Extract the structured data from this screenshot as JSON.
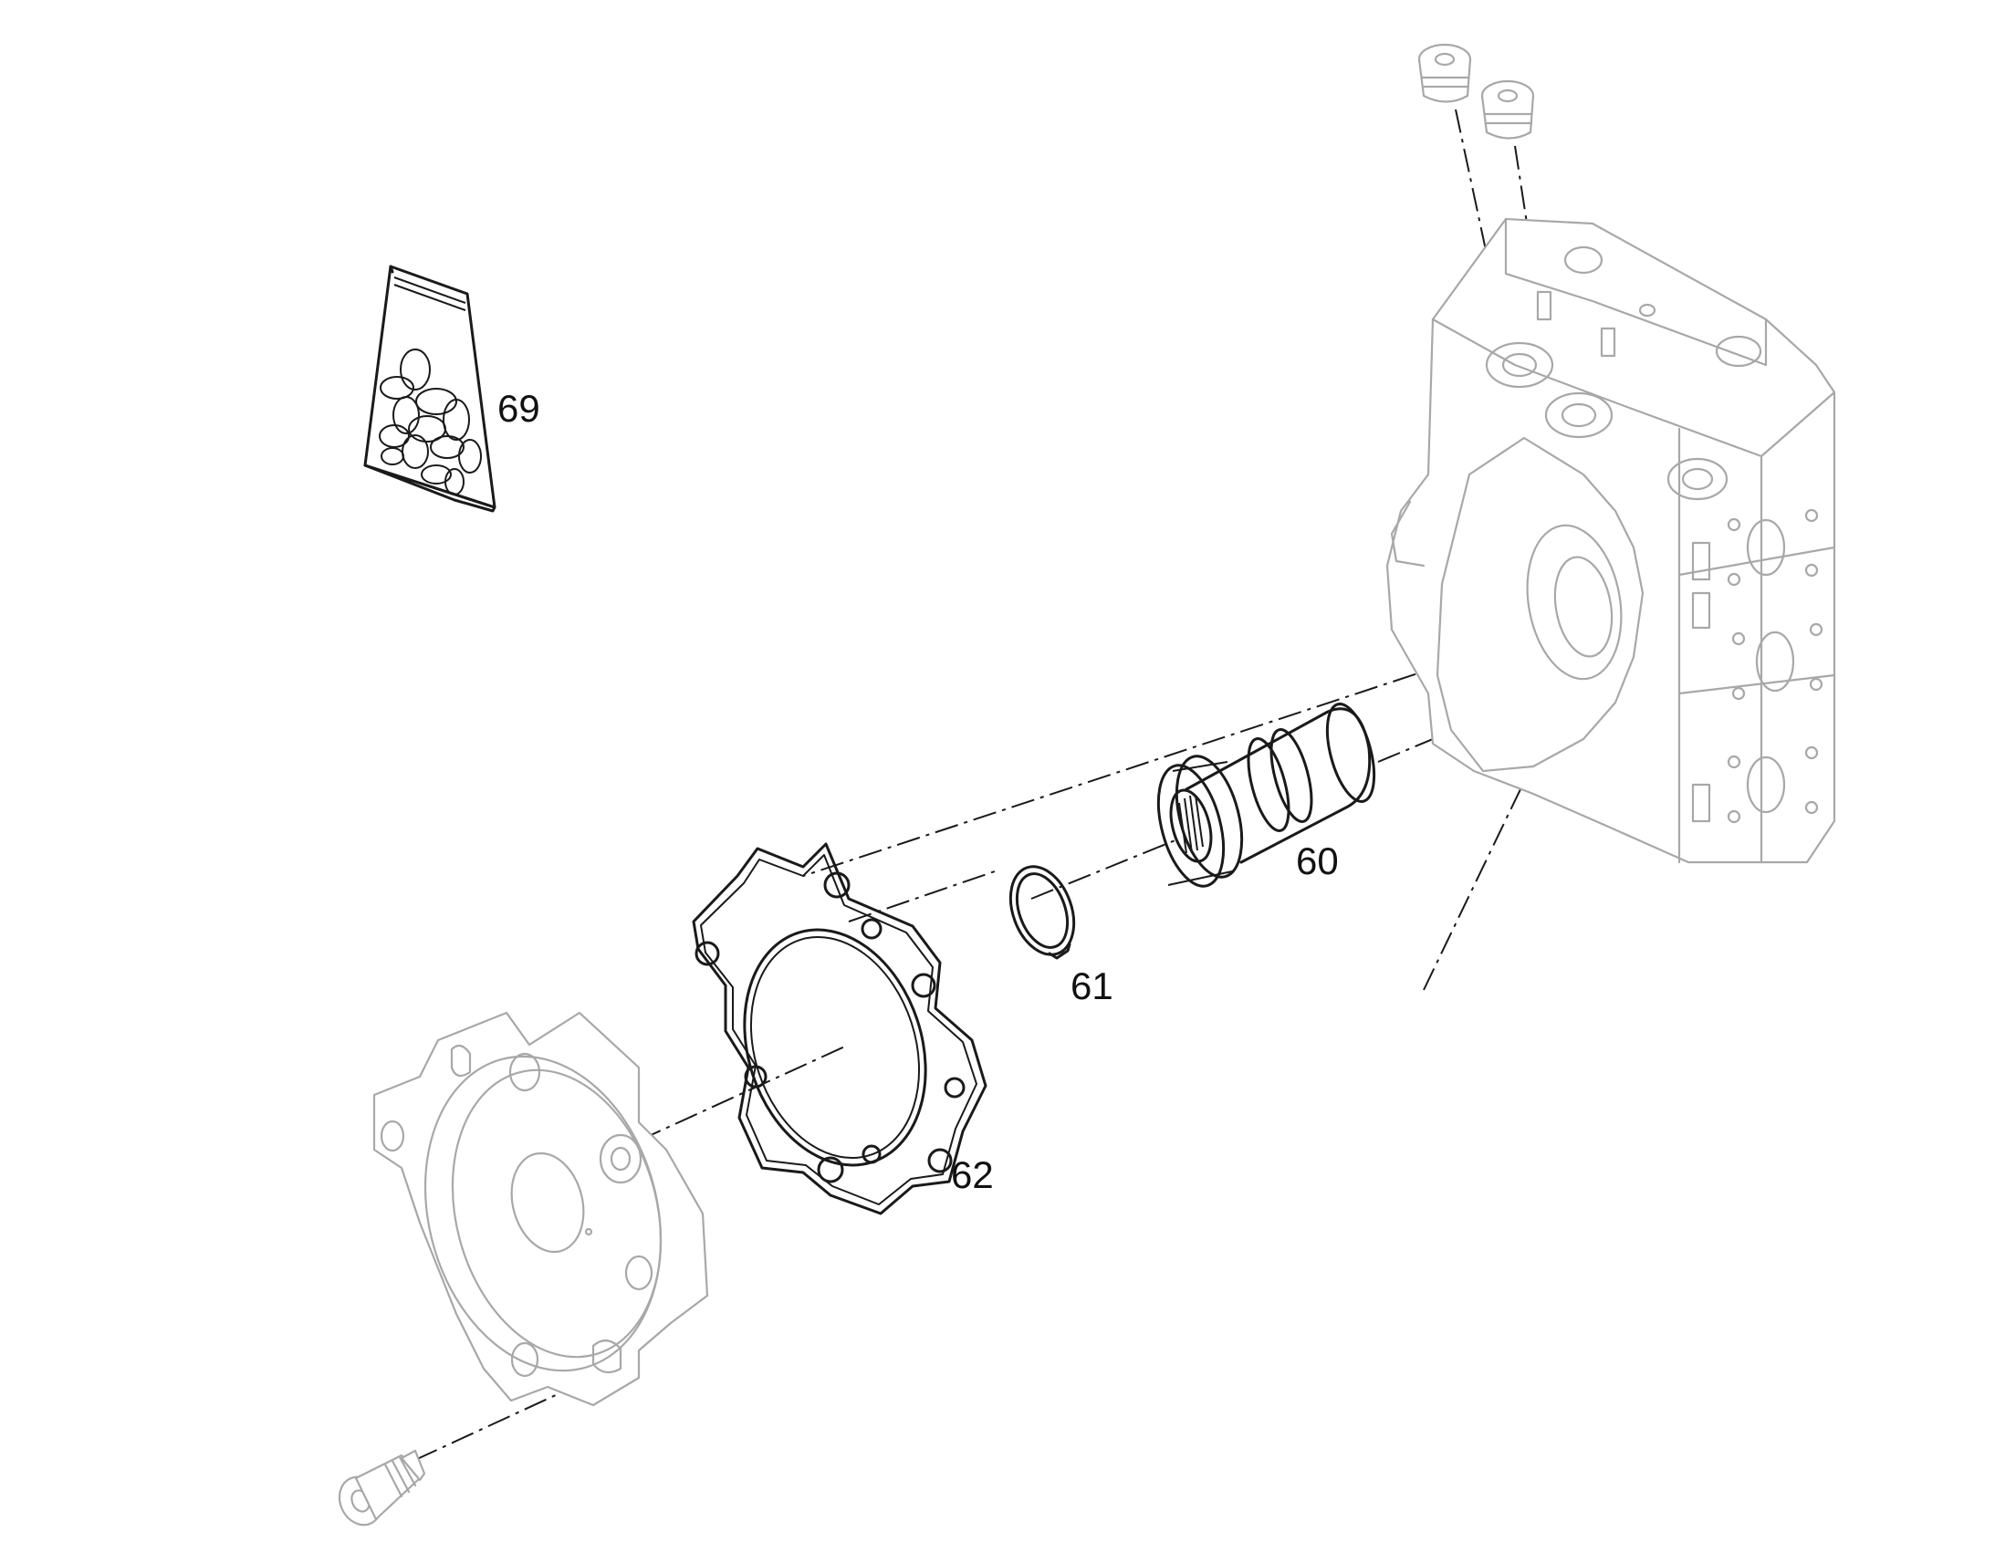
{
  "callouts": {
    "bag": "69",
    "coupling": "60",
    "ring": "61",
    "gasket": "62"
  },
  "colors": {
    "highlight_ink": "#1a1a1a",
    "context_ink": "#a8a8a8",
    "background": "#ffffff"
  },
  "icons": [
    "parts-bag-icon",
    "shaft-coupling-icon",
    "retaining-ring-icon",
    "gasket-icon",
    "flange-cover-icon",
    "pump-housing-icon",
    "plug-screw-icon",
    "cap-screw-icon"
  ]
}
